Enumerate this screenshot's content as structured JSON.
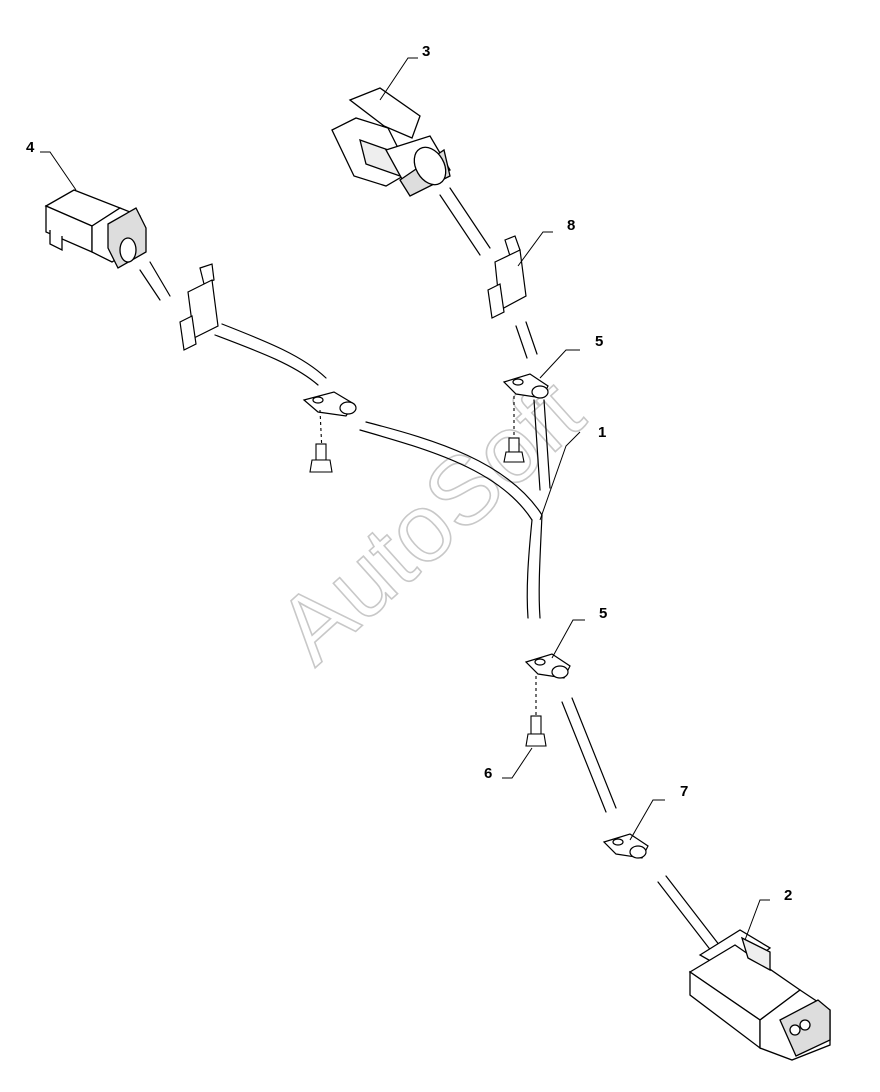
{
  "watermark": "AutoSoft",
  "callouts": [
    {
      "id": "1",
      "label": "1"
    },
    {
      "id": "2",
      "label": "2"
    },
    {
      "id": "3",
      "label": "3"
    },
    {
      "id": "4",
      "label": "4"
    },
    {
      "id": "5a",
      "label": "5"
    },
    {
      "id": "5b",
      "label": "5"
    },
    {
      "id": "6",
      "label": "6"
    },
    {
      "id": "7",
      "label": "7"
    },
    {
      "id": "8",
      "label": "8"
    }
  ]
}
